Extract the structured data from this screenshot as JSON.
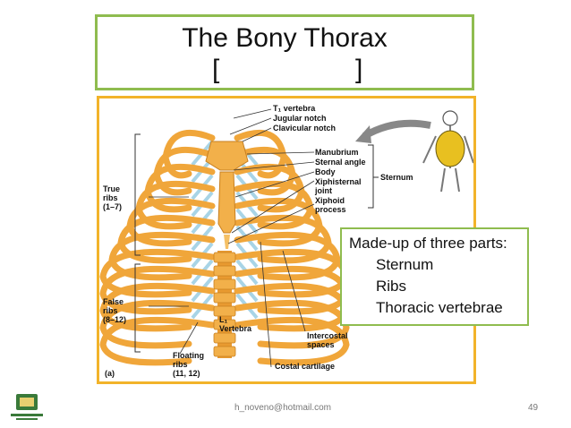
{
  "slide": {
    "title": "The Bony Thorax",
    "bracket_open": "[",
    "bracket_close": "]",
    "callout": {
      "heading": "Made-up of three parts:",
      "items": [
        "Sternum",
        "Ribs",
        "Thoracic vertebrae"
      ]
    },
    "footer_email": "h_noveno@hotmail.com",
    "page_number": "49"
  },
  "figure": {
    "panel_label": "(a)",
    "labels": {
      "t1_vertebra": "T₁ vertebra",
      "jugular_notch": "Jugular notch",
      "clavicular_notch": "Clavicular notch",
      "manubrium": "Manubrium",
      "sternal_angle": "Sternal angle",
      "body": "Body",
      "xiphisternal": "Xiphisternal",
      "joint": "joint",
      "xiphoid": "Xiphoid",
      "process": "process",
      "sternum": "Sternum",
      "true_ribs_1": "True",
      "true_ribs_2": "ribs",
      "true_ribs_3": "(1–7)",
      "false_ribs_1": "False",
      "false_ribs_2": "ribs",
      "false_ribs_3": "(8–12)",
      "floating_1": "Floating",
      "floating_2": "ribs",
      "floating_3": "(11, 12)",
      "l1": "L₁",
      "vertebra": "Vertebra",
      "intercostal_1": "Intercostal",
      "intercostal_2": "spaces",
      "costal_cartilage": "Costal cartilage"
    }
  },
  "colors": {
    "title_border": "#8fbc4f",
    "figure_border": "#f2b32a",
    "bone": "#f0a63a",
    "cartilage": "#a8d4e6"
  }
}
